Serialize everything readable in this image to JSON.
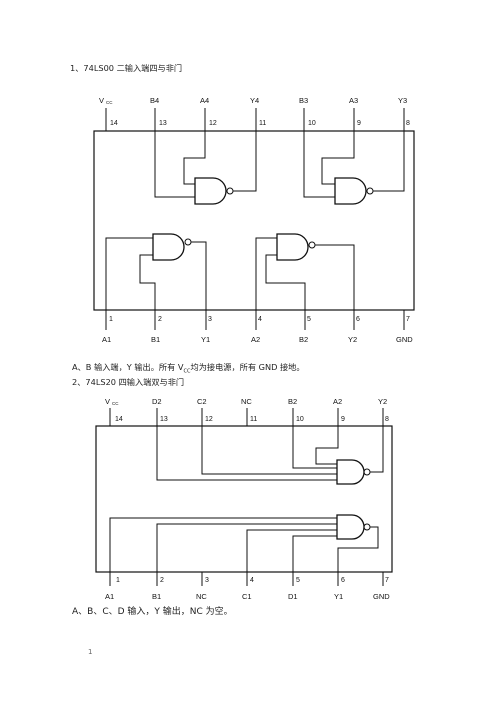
{
  "heading1": "1、74LS00 二输入端四与非门",
  "caption1_prefix": "A、B 输入端，Y 输出。所有 V",
  "caption1_sub": "CC",
  "caption1_suffix": "均为接电源，所有 GND 接地。",
  "heading2": "2、74LS20 四输入端双与非门",
  "caption2": "A、B、C、D 输入，Y 输出，NC 为空。",
  "page_number": "1",
  "chip1": {
    "top_names": [
      "V",
      "B4",
      "A4",
      "Y4",
      "B3",
      "A3",
      "Y3"
    ],
    "top_pins": [
      "14",
      "13",
      "12",
      "11",
      "10",
      "9",
      "8"
    ],
    "bottom_names": [
      "A1",
      "B1",
      "Y1",
      "A2",
      "B2",
      "Y2",
      "GND"
    ],
    "bottom_pins": [
      "1",
      "2",
      "3",
      "4",
      "5",
      "6",
      "7"
    ],
    "vcc_sub": "CC"
  },
  "chip2": {
    "top_names": [
      "V",
      "D2",
      "C2",
      "NC",
      "B2",
      "A2",
      "Y2"
    ],
    "top_pins": [
      "14",
      "13",
      "12",
      "11",
      "10",
      "9",
      "8"
    ],
    "bottom_names": [
      "A1",
      "B1",
      "NC",
      "C1",
      "D1",
      "Y1",
      "GND"
    ],
    "bottom_pins": [
      "1",
      "2",
      "3",
      "4",
      "5",
      "6",
      "7"
    ],
    "vcc_sub": "CC"
  }
}
